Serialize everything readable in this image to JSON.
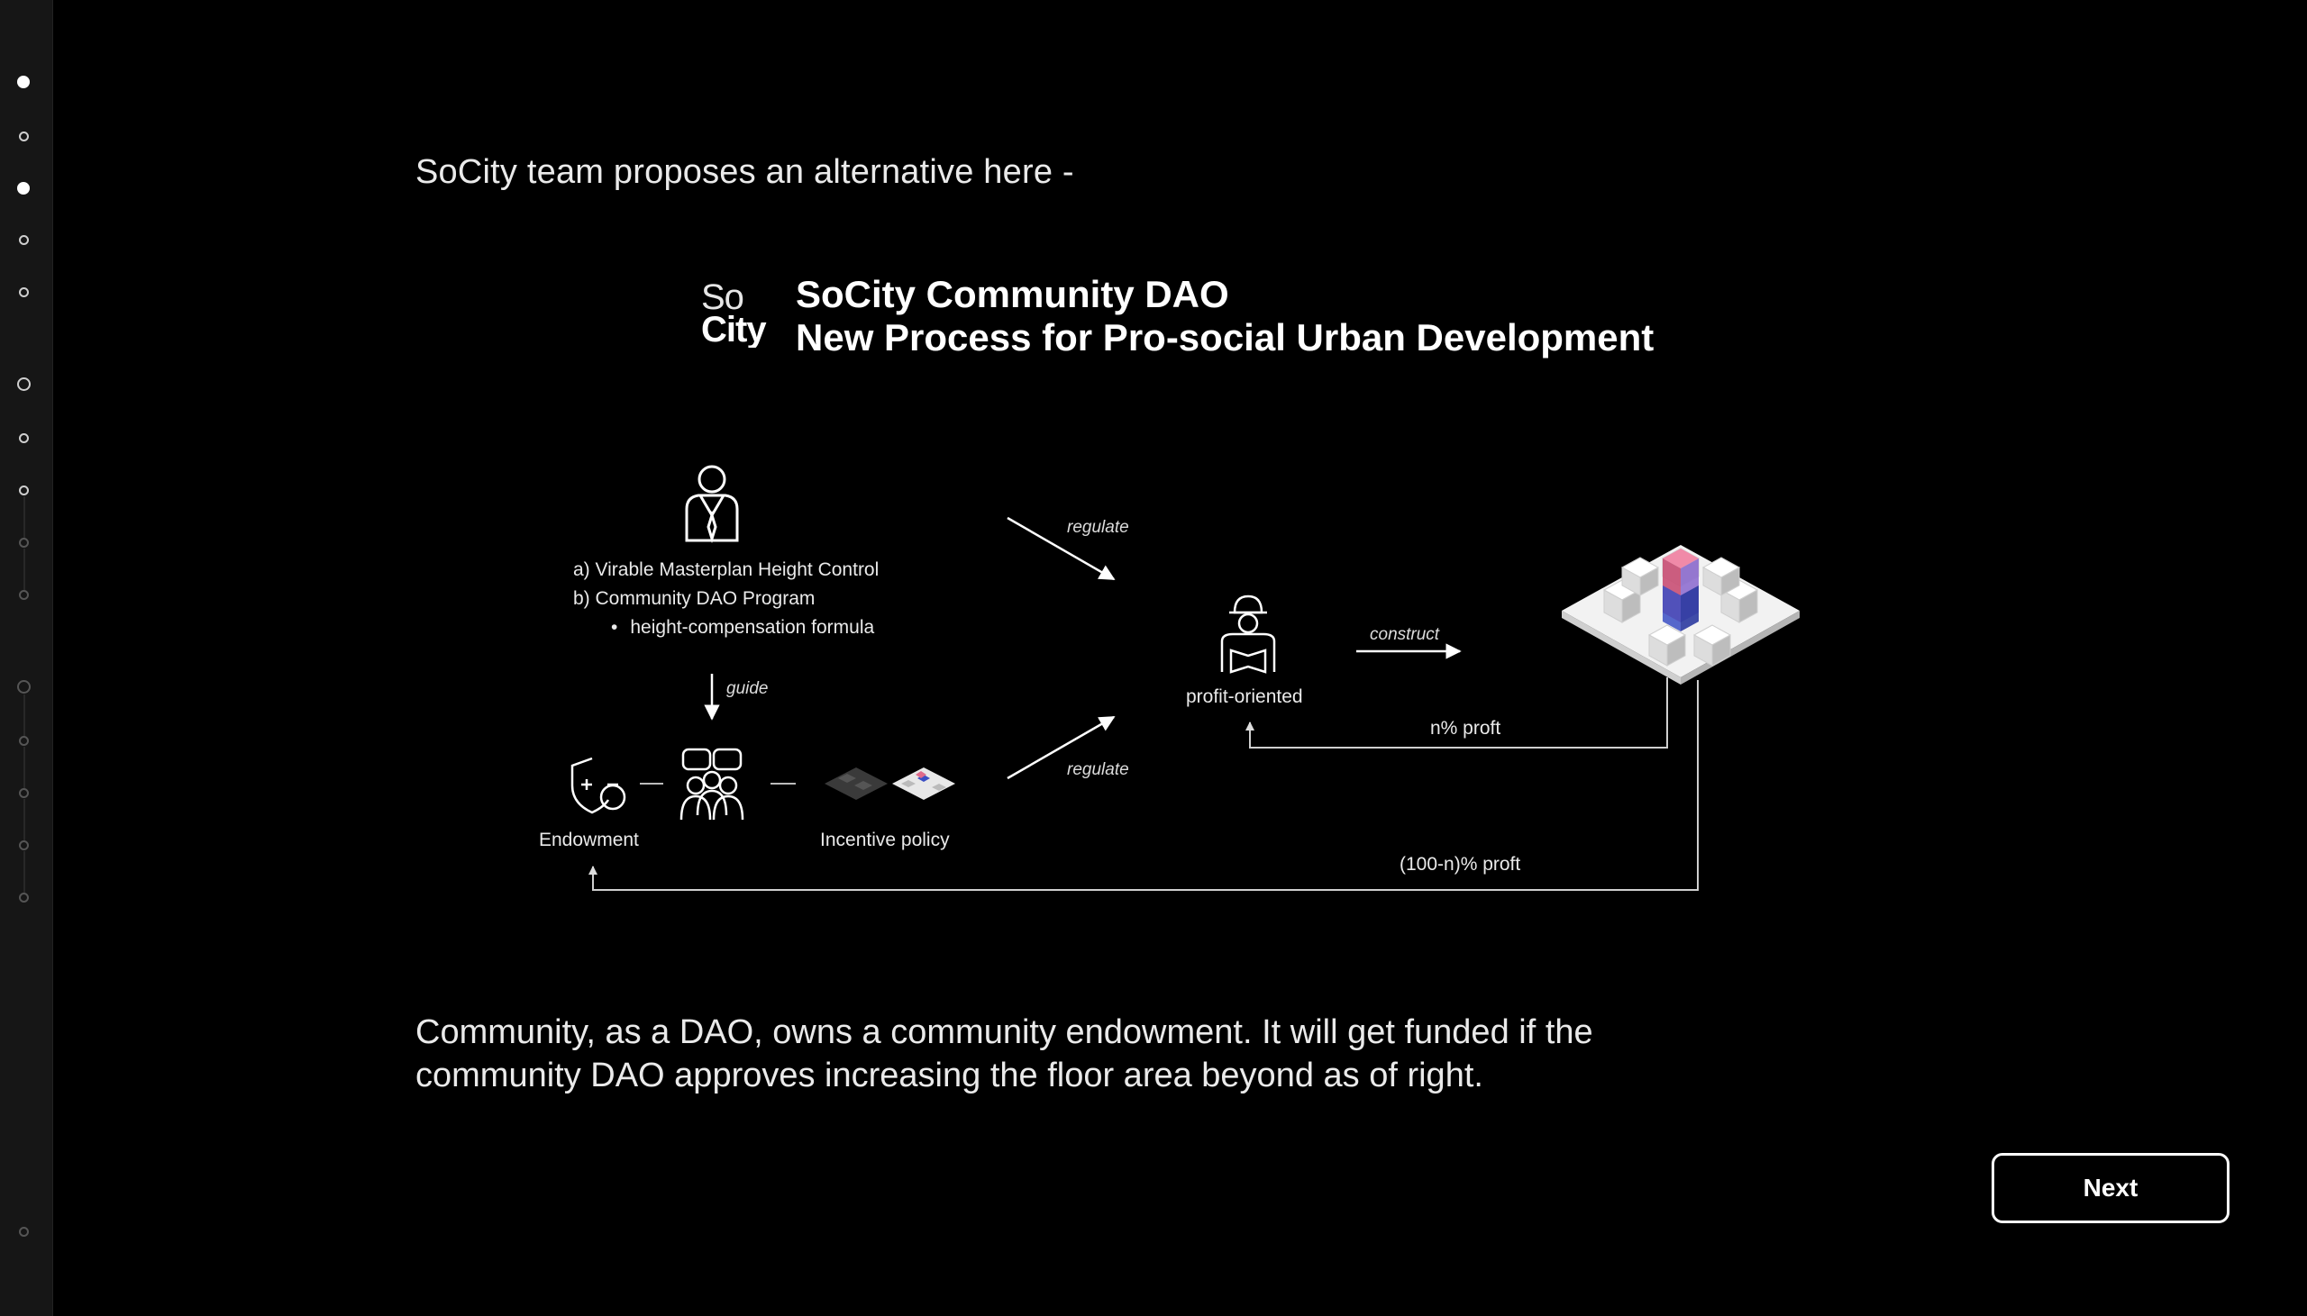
{
  "intro_text": "SoCity team proposes an alternative here -",
  "diagram": {
    "logo_text_1": "So",
    "logo_text_2": "City",
    "title_line1": "SoCity Community DAO",
    "title_line2": "New Process for Pro-social Urban Development",
    "government_items": {
      "a": "a) Virable Masterplan Height Control",
      "b": "b) Community DAO Program",
      "bullet": "height-compensation formula"
    },
    "arrow_regulate_top": "regulate",
    "arrow_regulate_bottom": "regulate",
    "arrow_guide": "guide",
    "arrow_construct": "construct",
    "label_endowment": "Endowment",
    "label_incentive_policy": "Incentive policy",
    "label_developer": "profit-oriented",
    "label_n_profit": "n% proft",
    "label_rest_profit": "(100-n)% proft"
  },
  "caption_text": "Community, as a DAO, owns a community endowment. It will get funded if the community DAO approves increasing the floor area beyond as of right.",
  "next_button_label": "Next",
  "colors": {
    "background": "#000000",
    "sidebar": "#161616",
    "accent_pink": "#e06b8b",
    "accent_blue": "#3b4fc4"
  }
}
